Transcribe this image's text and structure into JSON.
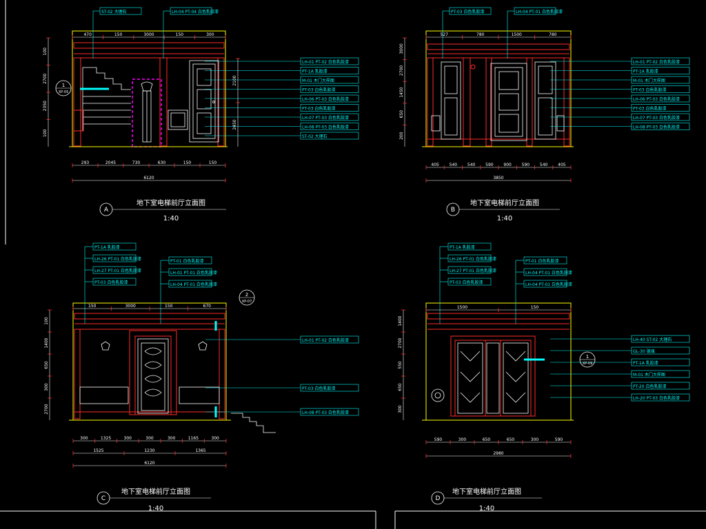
{
  "colors": {
    "background": "#000000",
    "outline": "#ffff00",
    "wall": "#ff2a2a",
    "detail": "#ffffff",
    "leader": "#00ffff",
    "dim": "#00ffff",
    "magenta": "#ff00ff",
    "title": "#00ffff"
  },
  "panels": [
    {
      "id": "A",
      "title": "地下室电梯前厅立面图",
      "scale": "1:40",
      "top_tags": [
        "ST-02 大理石",
        "LH-04 PT-04 白色乳胶漆"
      ],
      "call_out": "1/XP-05",
      "top_dims": [
        "470",
        "150",
        "3000",
        "150",
        "300"
      ],
      "side_dims": [
        "100",
        "2700",
        "2350",
        "100"
      ],
      "right_dims": [
        "2100",
        "2450"
      ],
      "bottom_dims": [
        "293",
        "2045",
        "730",
        "630",
        "150",
        "150"
      ],
      "total": "6120",
      "labels": [
        "LH-01 PT-02 白色乳胶漆",
        "PT-1A 乳胶漆",
        "M-01 木门大样图",
        "PT-03 白色乳胶漆",
        "LH-06 PT-03 白色乳胶漆",
        "PT-03 白色乳胶漆",
        "LH-07 PT-03 白色乳胶漆",
        "LH-08 PT-03 白色乳胶漆",
        "ST-02 大理石"
      ]
    },
    {
      "id": "B",
      "title": "地下室电梯前厅立面图",
      "scale": "1:40",
      "top_tags": [
        "PT-03 白色乳胶漆",
        "LH-04 PT-01 白色乳胶漆"
      ],
      "top_dims": [
        "527",
        "780",
        "1500",
        "780"
      ],
      "side_dims": [
        "3000",
        "2700",
        "1450",
        "650",
        "200"
      ],
      "bottom_dims": [
        "405",
        "540",
        "540",
        "590",
        "900",
        "590",
        "540",
        "405"
      ],
      "total": "3850",
      "labels": [
        "LH-01 PT-02 白色乳胶漆",
        "PT-1A 乳胶漆",
        "M-01 木门大样图",
        "PT-03 白色乳胶漆",
        "LH-06 PT-03 白色乳胶漆",
        "PT-03 白色乳胶漆",
        "LH-07 PT-03 白色乳胶漆",
        "LH-08 PT-03 白色乳胶漆"
      ]
    },
    {
      "id": "C",
      "title": "地下室电梯前厅立面图",
      "scale": "1:40",
      "top_tags": [
        "PT-1A 乳胶漆",
        "LH-26 PT-01 白色乳胶漆",
        "LH-27 PT-01 白色乳胶漆",
        "PT-03 白色乳胶漆",
        "PT-01 白色乳胶漆",
        "LH-01 PT-01 白色乳胶漆",
        "LH-04 PT-01 白色乳胶漆"
      ],
      "call_out": "2/XP-07",
      "top_dims": [
        "150",
        "3000",
        "150",
        "670"
      ],
      "side_dims": [
        "100",
        "1400",
        "650",
        "300",
        "2700"
      ],
      "bottom_dims": [
        "300",
        "1325",
        "300",
        "300",
        "300",
        "1165",
        "300"
      ],
      "bottom_dims2": [
        "1525",
        "1230",
        "1365"
      ],
      "total": "6120",
      "labels": [
        "LH-01 PT-02 白色乳胶漆",
        "PT-03 白色乳胶漆",
        "LH-08 PT-03 白色乳胶漆"
      ]
    },
    {
      "id": "D",
      "title": "地下室电梯前厅立面图",
      "scale": "1:40",
      "top_tags": [
        "PT-1A 乳胶漆",
        "LH-26 PT-01 白色乳胶漆",
        "LH-27 PT-01 白色乳胶漆",
        "PT-03 白色乳胶漆",
        "PT-01 白色乳胶漆",
        "LH-04 PT-01 白色乳胶漆",
        "LH-04 PT-01 白色乳胶漆"
      ],
      "call_out": "1/XP-09",
      "top_dims": [
        "1500",
        "150"
      ],
      "side_dims": [
        "1400",
        "2700",
        "550",
        "650",
        "300"
      ],
      "bottom_dims": [
        "590",
        "300",
        "650",
        "650",
        "300",
        "590"
      ],
      "total": "2980",
      "labels": [
        "LH-40 ST-02 大理石",
        "GL-30 玻璃",
        "PT-1A 乳胶漆",
        "M-01 木门大样图",
        "PT-20 白色乳胶漆",
        "LH-20 PT-03 白色乳胶漆"
      ]
    }
  ]
}
